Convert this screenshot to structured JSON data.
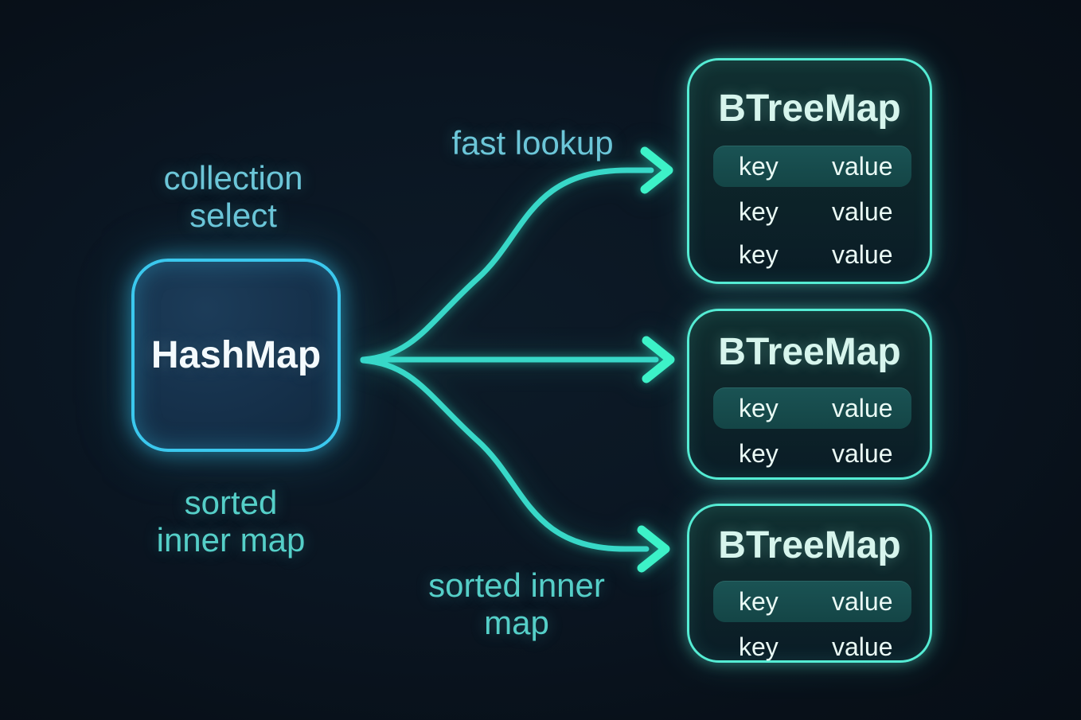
{
  "colors": {
    "background": "#0a1521",
    "arrow": "#38d8c8",
    "arrow_head": "#3df2c8",
    "source_border": "#3bc8ee",
    "target_border": "#55ecd4",
    "label_cyan": "#6cc6d8",
    "label_teal": "#55cfc8",
    "highlight_row_bg": "#164a4b",
    "title_text": "#f4fafd",
    "target_title_text": "#d7f5ed",
    "row_text": "#eafaf5"
  },
  "source": {
    "title": "HashMap",
    "top_label": "collection\nselect",
    "bottom_label": "sorted\ninner map"
  },
  "edges": {
    "top": {
      "label": "fast lookup"
    },
    "middle": {
      "label": ""
    },
    "bottom": {
      "label": "sorted inner\nmap"
    }
  },
  "targets": [
    {
      "title": "BTreeMap",
      "rows": [
        {
          "key": "key",
          "value": "value",
          "highlighted": true
        },
        {
          "key": "key",
          "value": "value",
          "highlighted": false
        },
        {
          "key": "key",
          "value": "value",
          "highlighted": false
        }
      ]
    },
    {
      "title": "BTreeMap",
      "rows": [
        {
          "key": "key",
          "value": "value",
          "highlighted": true
        },
        {
          "key": "key",
          "value": "value",
          "highlighted": false
        }
      ]
    },
    {
      "title": "BTreeMap",
      "rows": [
        {
          "key": "key",
          "value": "value",
          "highlighted": true
        },
        {
          "key": "key",
          "value": "value",
          "highlighted": false
        }
      ]
    }
  ]
}
